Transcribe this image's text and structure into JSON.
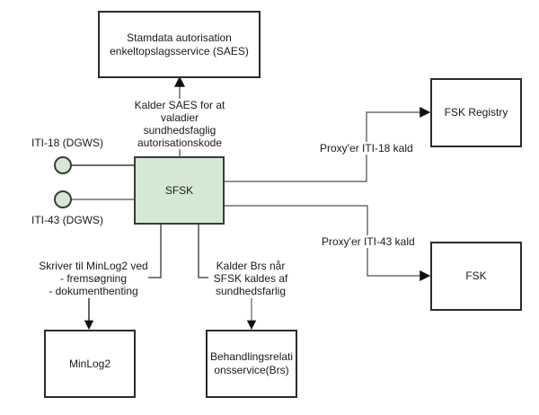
{
  "diagram": {
    "nodes": {
      "saes": "Stamdata autorisation\nenkeltopslagsservice (SAES)",
      "sfsk": "SFSK",
      "fsk_registry": "FSK Registry",
      "fsk": "FSK",
      "minlog2": "MinLog2",
      "brs": "Behandlingsrelati\nonsservice(Brs)"
    },
    "ports": {
      "iti18": "ITI-18 (DGWS)",
      "iti43": "ITI-43 (DGWS)"
    },
    "edges": {
      "sfsk_to_saes": "Kalder SAES for at\nvaladier sundhedsfaglig\nautorisationskode",
      "sfsk_to_fsk_registry": "Proxy'er ITI-18 kald",
      "sfsk_to_fsk": "Proxy'er ITI-43 kald",
      "sfsk_to_minlog2": "Skriver til MinLog2 ved\n- fremsøgning\n- dokumenthenting",
      "sfsk_to_brs": "Kalder Brs når\nSFSK kaldes af\nsundhedsfarlig"
    },
    "colors": {
      "sfsk_fill": "#d5e8d4",
      "stroke": "#2b2b2b",
      "edge": "#6e6e6e"
    }
  }
}
